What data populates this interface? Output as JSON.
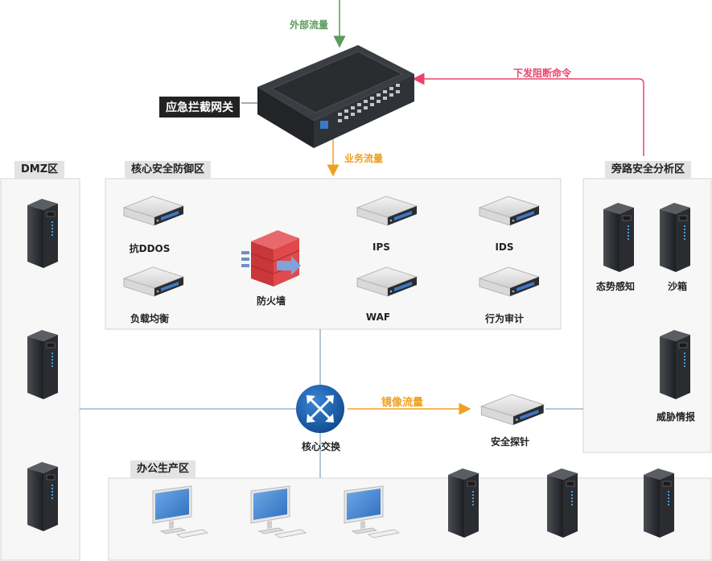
{
  "colors": {
    "external_flow": "#5b9b5b",
    "business_flow": "#f0a020",
    "block_command": "#e8446b",
    "mirror_flow": "#f0a020",
    "link": "#8aa8c4"
  },
  "gateway": {
    "label": "应急拦截网关"
  },
  "flows": {
    "external": "外部流量",
    "business": "业务流量",
    "block_command": "下发阻断命令",
    "mirror": "镜像流量"
  },
  "zones": {
    "dmz": {
      "label": "DMZ区"
    },
    "core": {
      "label": "核心安全防御区",
      "devices": [
        {
          "label": "抗DDOS",
          "icon": "rack-server-icon"
        },
        {
          "label": "负载均衡",
          "icon": "rack-server-icon"
        },
        {
          "label": "防火墙",
          "icon": "firewall-icon"
        },
        {
          "label": "IPS",
          "icon": "rack-server-icon"
        },
        {
          "label": "WAF",
          "icon": "rack-server-icon"
        },
        {
          "label": "IDS",
          "icon": "rack-server-icon"
        },
        {
          "label": "行为审计",
          "icon": "rack-server-icon"
        }
      ]
    },
    "bypass": {
      "label": "旁路安全分析区",
      "devices": [
        {
          "label": "态势感知",
          "icon": "tower-server-icon"
        },
        {
          "label": "沙箱",
          "icon": "tower-server-icon"
        },
        {
          "label": "威胁情报",
          "icon": "tower-server-icon"
        }
      ]
    },
    "office": {
      "label": "办公生产区"
    }
  },
  "core_switch": {
    "label": "核心交换"
  },
  "probe": {
    "label": "安全探针"
  }
}
